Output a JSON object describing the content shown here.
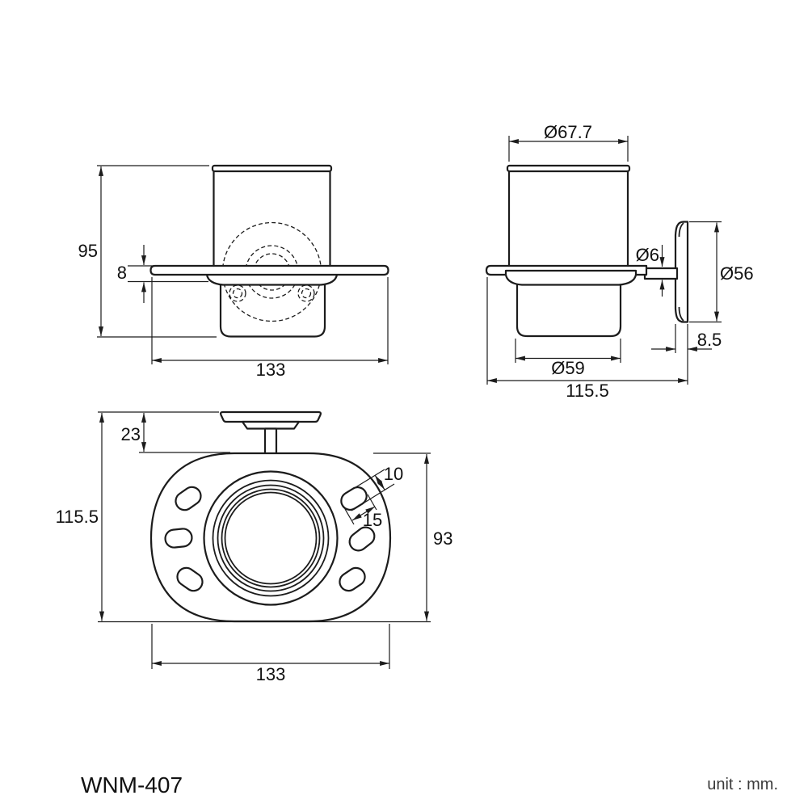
{
  "footer": {
    "model": "WNM-407",
    "unit": "unit : mm."
  },
  "views": {
    "front": {
      "overall_height": "95",
      "holder_lip_thickness": "8",
      "plate_width": "133"
    },
    "side": {
      "cup_top_diameter": "Ø67.7",
      "arm_diameter": "Ø6",
      "backplate_diameter": "Ø56",
      "backplate_depth": "8.5",
      "cup_bottom_diameter": "Ø59",
      "overall_depth": "115.5"
    },
    "top": {
      "backplate_offset": "23",
      "overall_depth": "115.5",
      "slot_width": "10",
      "slot_length": "15",
      "plate_depth": "93",
      "plate_width": "133"
    }
  }
}
